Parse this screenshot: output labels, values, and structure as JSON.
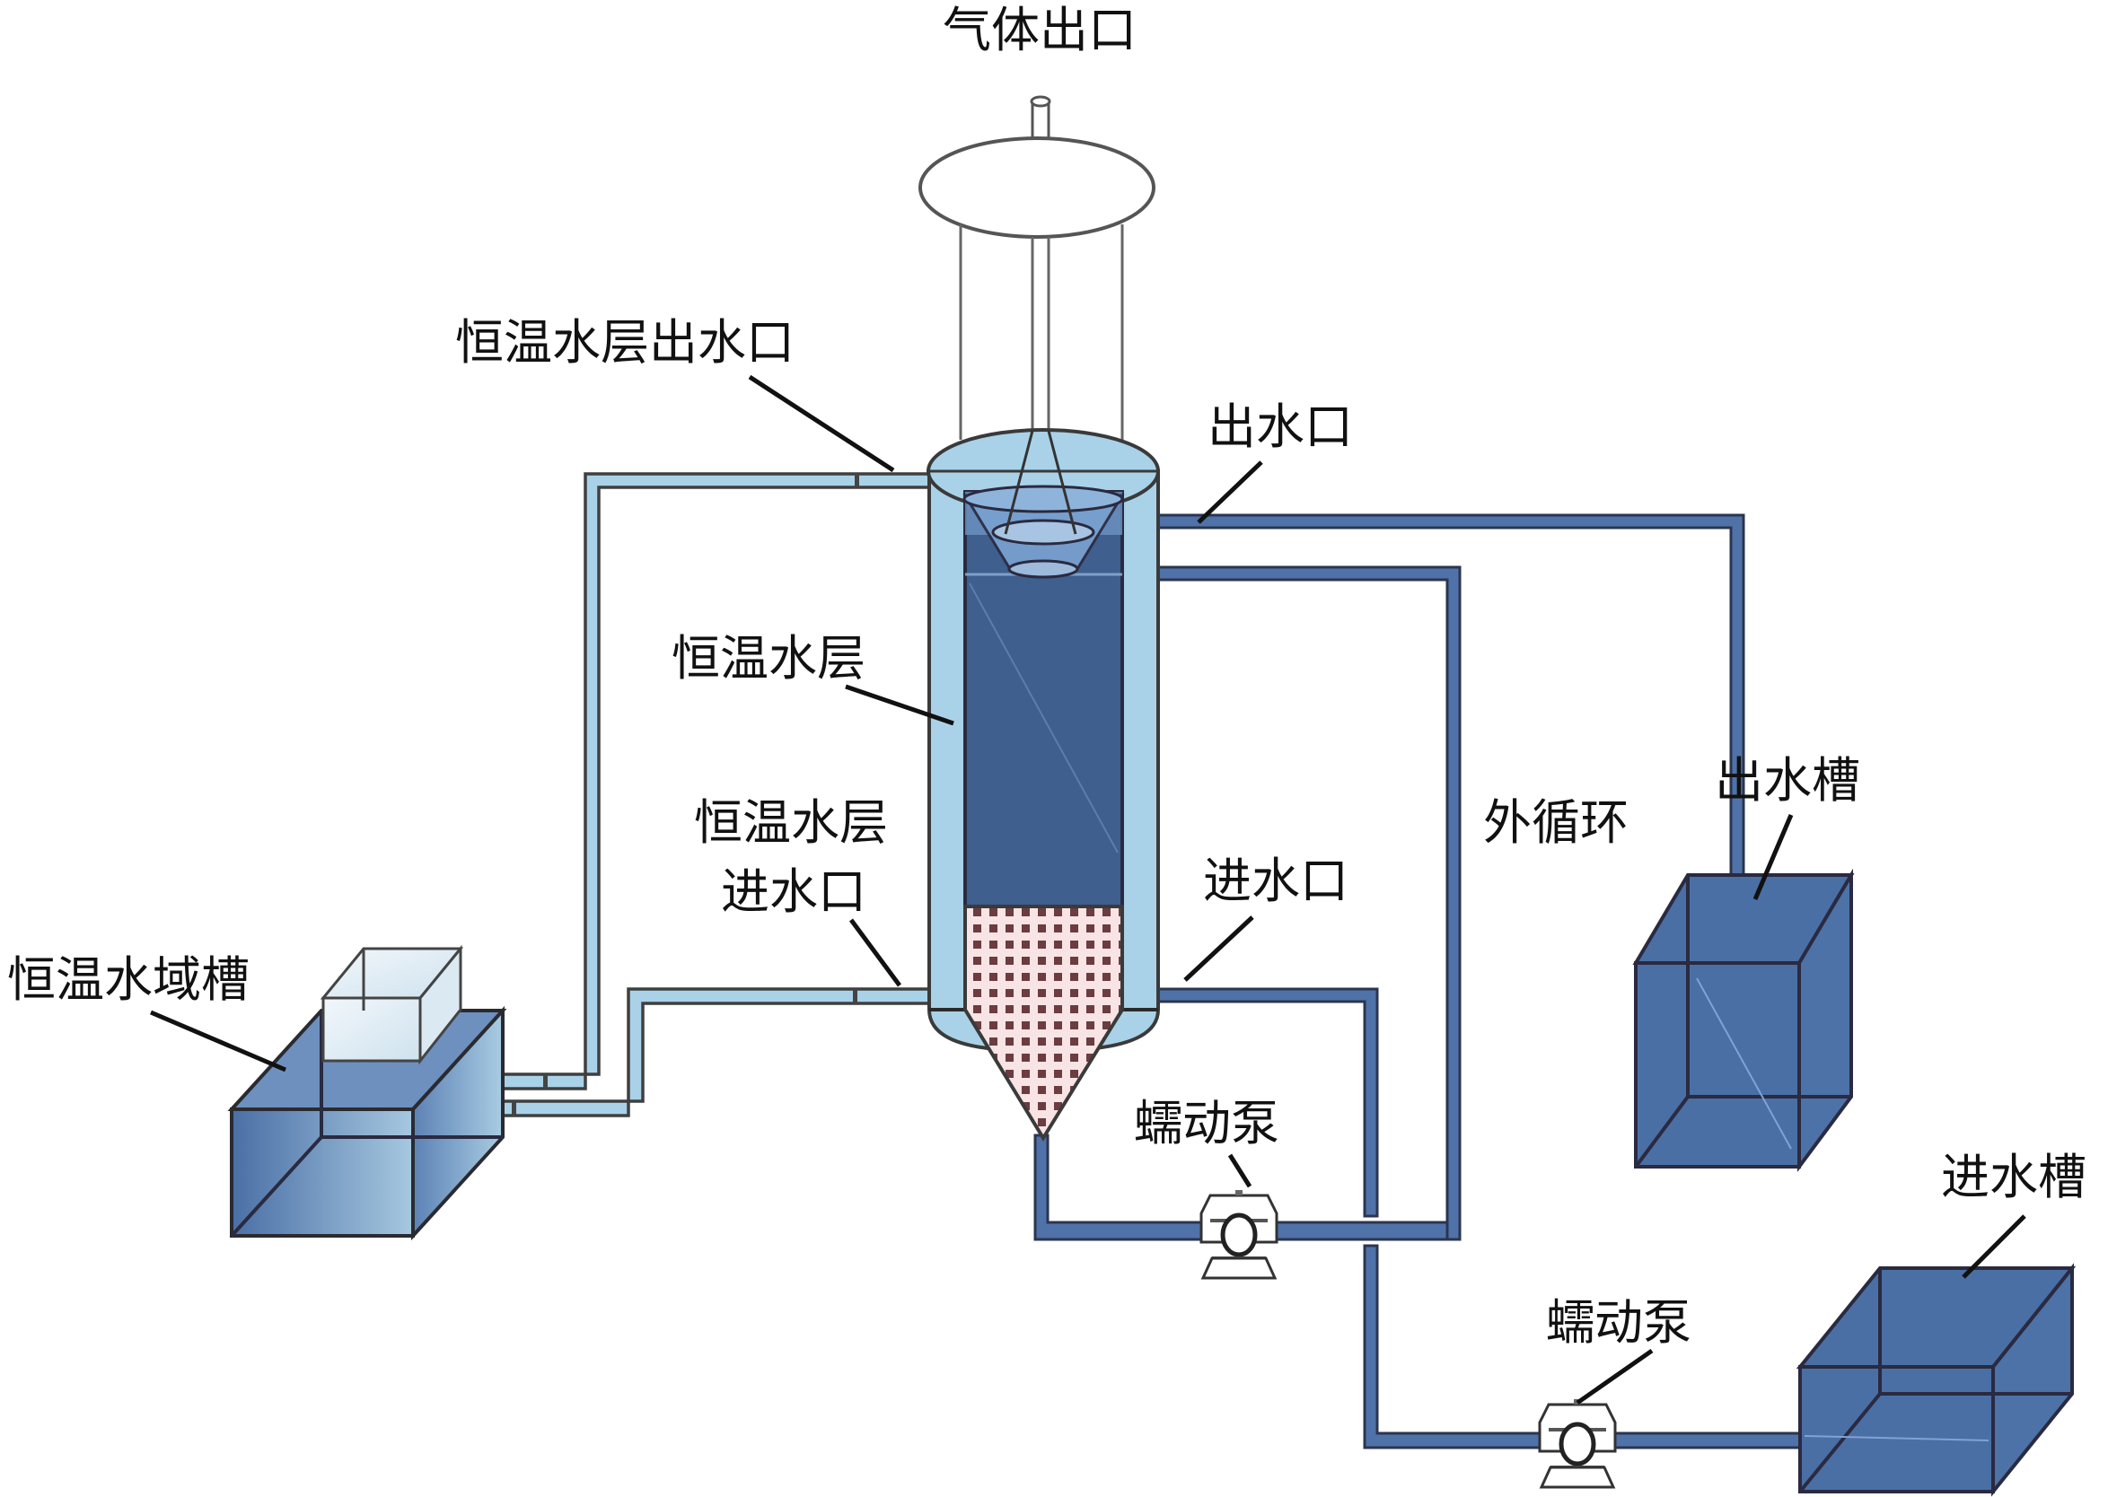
{
  "title": "气体出口",
  "labels": {
    "gas_outlet": "气体出口",
    "jacket_outlet": "恒温水层出水口",
    "water_outlet": "出水口",
    "jacket_layer": "恒温水层",
    "jacket_inlet_line1": "恒温水层",
    "jacket_inlet_line2": "进水口",
    "external_circulation": "外循环",
    "effluent_tank": "出水槽",
    "water_inlet": "进水口",
    "water_bath_tank": "恒温水域槽",
    "pump_recirculation": "蠕动泵",
    "pump_feed": "蠕动泵",
    "influent_tank": "进水槽"
  },
  "components": [
    {
      "id": "gas-collector",
      "name": "gas-outlet-pipe"
    },
    {
      "id": "reactor",
      "name": "reactor-column",
      "sections": [
        "three-phase-separator",
        "reaction-zone",
        "sludge-bed"
      ]
    },
    {
      "id": "water-jacket",
      "name": "constant-temperature-jacket"
    },
    {
      "id": "bath",
      "name": "constant-temperature-water-bath"
    },
    {
      "id": "pump1",
      "name": "peristaltic-pump-recirculation"
    },
    {
      "id": "pump2",
      "name": "peristaltic-pump-feed"
    },
    {
      "id": "effluent",
      "name": "effluent-tank"
    },
    {
      "id": "influent",
      "name": "influent-tank"
    }
  ],
  "colors": {
    "jacket_water": "#a9d2e8",
    "reactor_liquid": "#3f5f8e",
    "pipe_dark": "#4f72a8",
    "tank_blue": "#4a6fa5",
    "sludge_bed": "#f6dede",
    "sludge_dot": "#6b3c40"
  }
}
